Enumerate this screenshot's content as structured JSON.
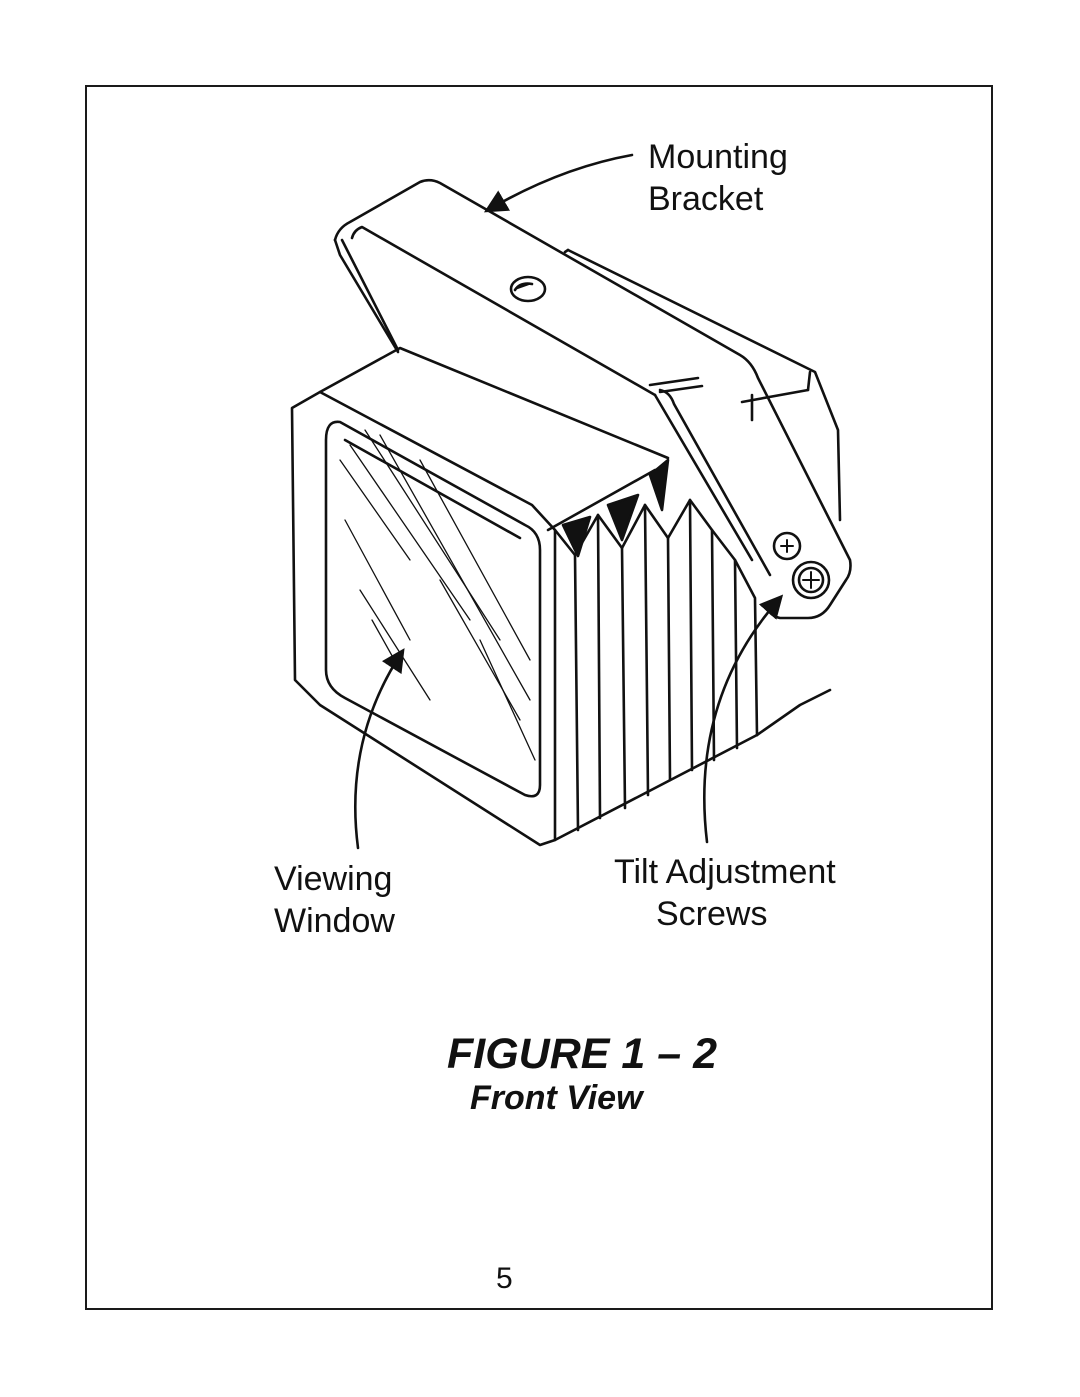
{
  "labels": {
    "mounting_bracket": [
      "Mounting",
      "Bracket"
    ],
    "viewing_window": [
      "Viewing",
      "Window"
    ],
    "tilt_adjustment_screws": [
      "Tilt Adjustment",
      "Screws"
    ]
  },
  "figure": {
    "title": "FIGURE 1 – 2",
    "subtitle": "Front View"
  },
  "page_number": "5",
  "colors": {
    "ink": "#111111",
    "paper": "#ffffff"
  }
}
